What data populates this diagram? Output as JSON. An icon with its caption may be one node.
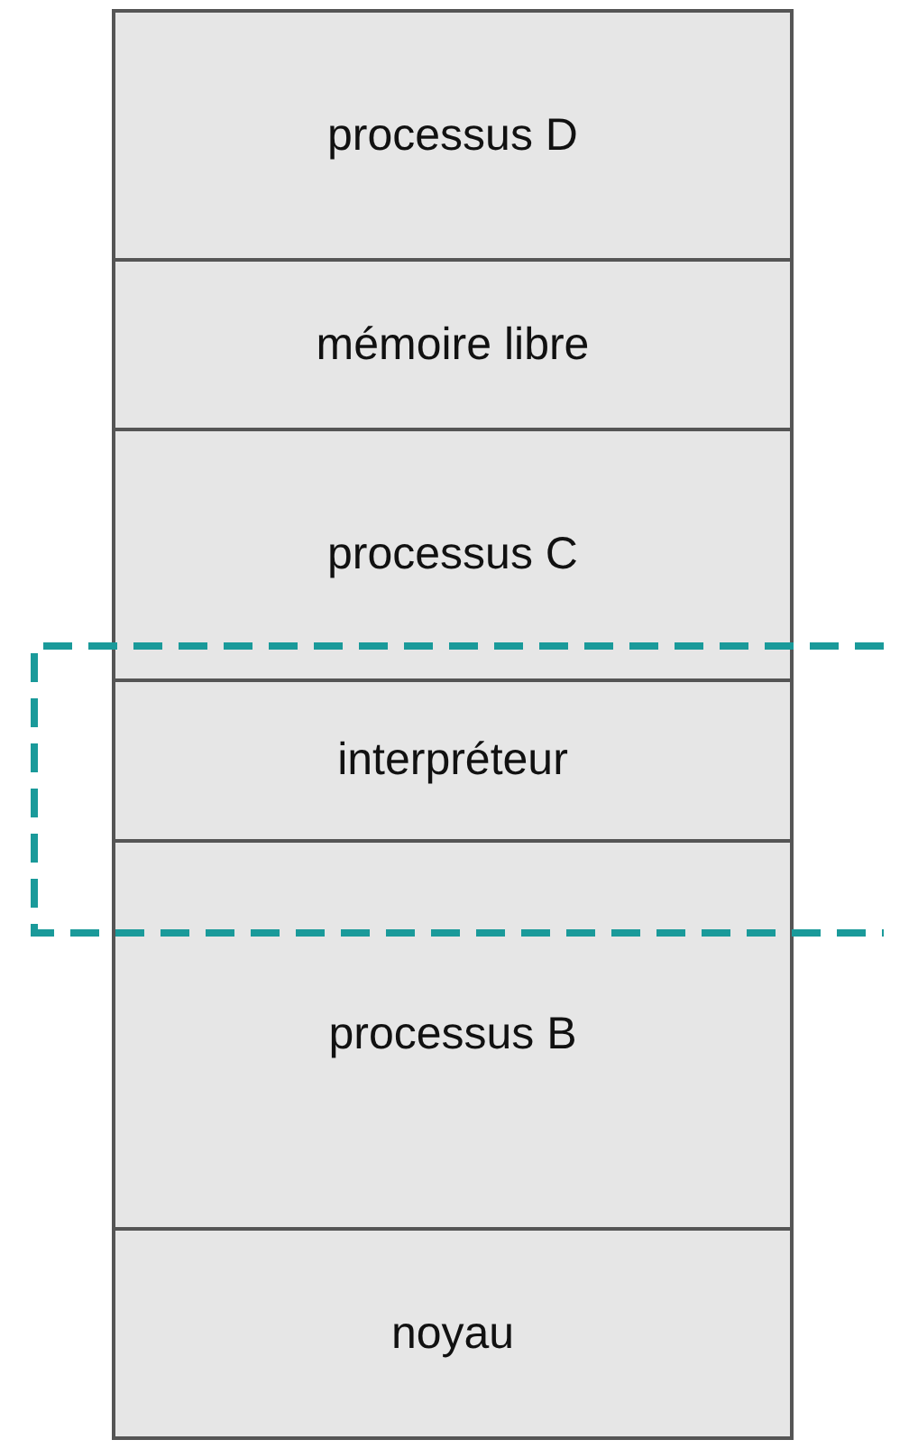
{
  "diagram": {
    "nodes": [
      {
        "text": [
          "processus D"
        ]
      },
      {
        "text": [
          "mémoire libre"
        ]
      },
      {
        "text": [
          "processus C"
        ]
      },
      {
        "text": [
          "interpréteur"
        ]
      },
      {
        "text": [
          "processus B"
        ]
      },
      {
        "text": [
          "noyau"
        ]
      }
    ]
  }
}
